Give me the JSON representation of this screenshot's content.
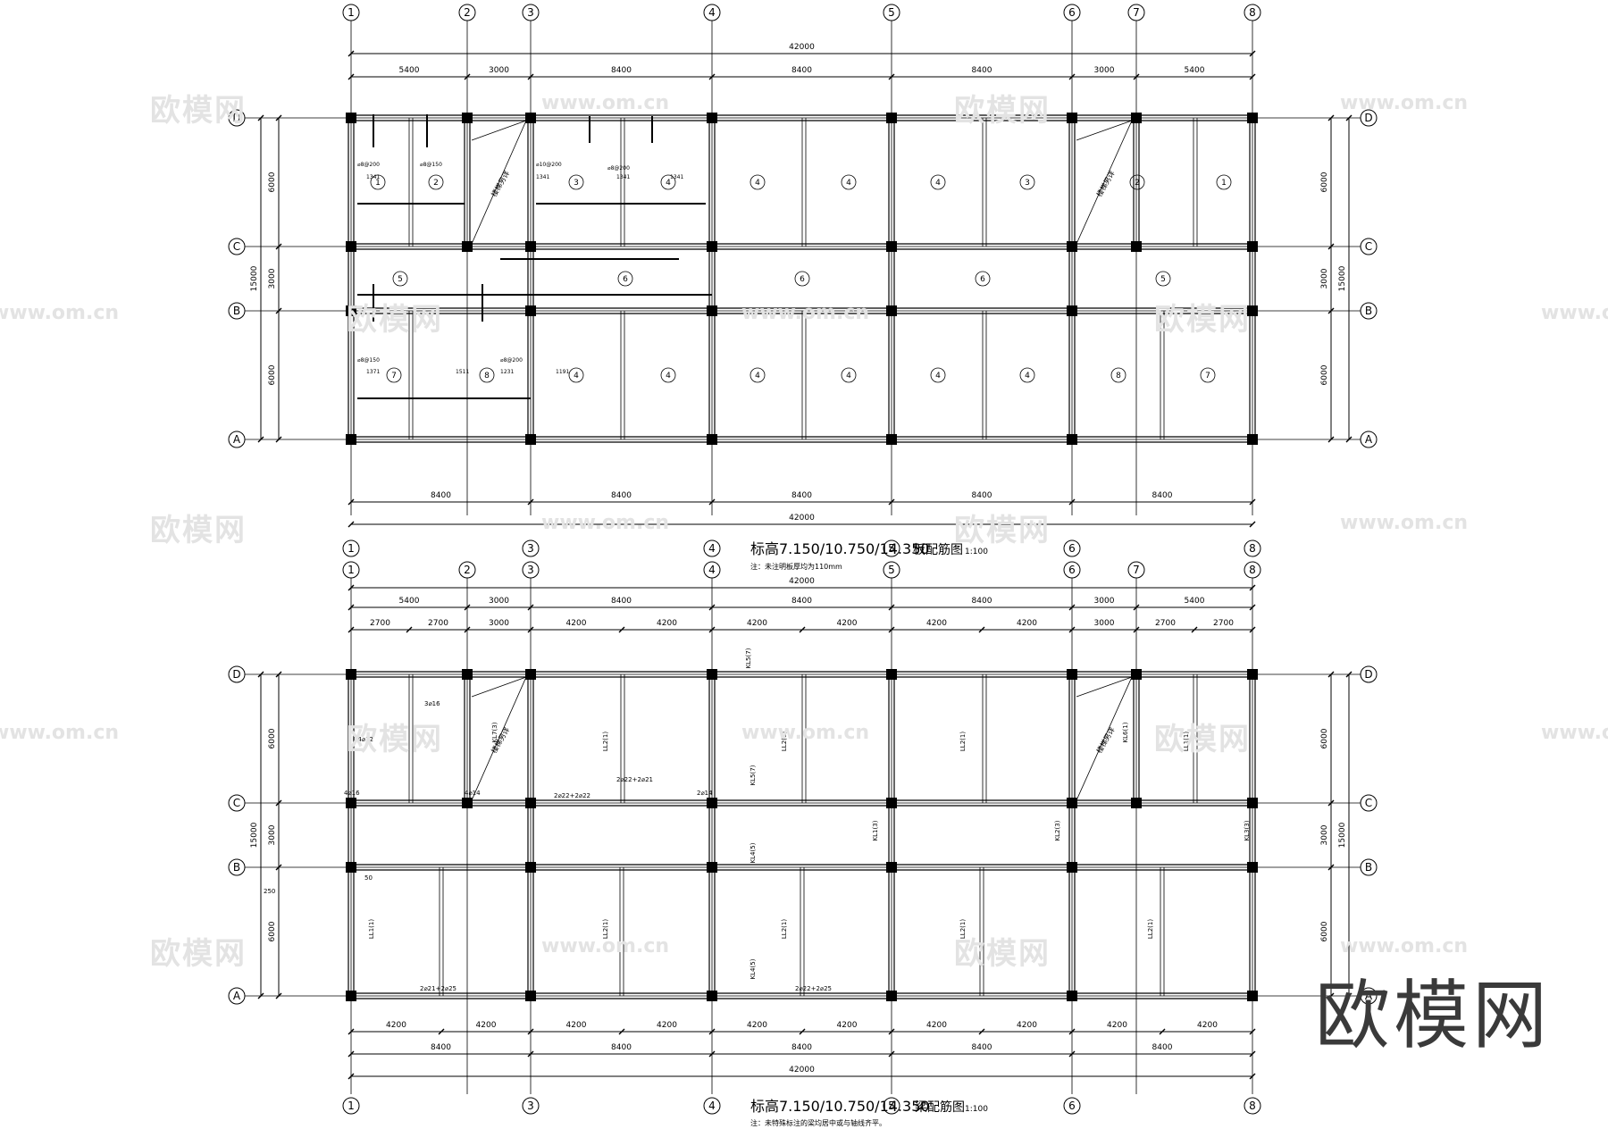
{
  "grid": {
    "columns": [
      "1",
      "2",
      "3",
      "4",
      "5",
      "6",
      "7",
      "8"
    ],
    "rows": [
      "D",
      "C",
      "B",
      "A"
    ]
  },
  "dims": {
    "total_len": "42000",
    "top_bays": [
      "5400",
      "3000",
      "8400",
      "8400",
      "8400",
      "3000",
      "5400"
    ],
    "bottom_bays": [
      "8400",
      "8400",
      "8400",
      "8400",
      "8400"
    ],
    "sub_bays": [
      "2700",
      "2700",
      "3000",
      "4200",
      "4200",
      "4200",
      "4200",
      "4200",
      "4200",
      "3000",
      "2700",
      "2700"
    ],
    "half_bays": [
      "4200",
      "4200",
      "4200",
      "4200",
      "4200",
      "4200",
      "4200",
      "4200",
      "4200",
      "4200"
    ],
    "row_spans": [
      "6000",
      "3000",
      "6000"
    ],
    "total_depth": "15000"
  },
  "plan1": {
    "title": "标高7.150/10.750/14.350",
    "subtitle": "板配筋图",
    "scale": "1:100",
    "note": "注：未注明板厚均为110mm",
    "stair_label": "楼梯另详",
    "panels_row_d": [
      "1",
      "2",
      "3",
      "4",
      "4",
      "4",
      "4",
      "3",
      "2",
      "1"
    ],
    "panels_row_c": [
      "5",
      "6",
      "6",
      "6",
      "5"
    ],
    "panels_row_b": [
      "7",
      "8",
      "4",
      "4",
      "4",
      "4",
      "4",
      "4",
      "8",
      "7"
    ],
    "rebar_marks": [
      "⌀8@200",
      "⌀8@150",
      "⌀10@200",
      "⌀8@200",
      "⌀8@150",
      "⌀8@200"
    ],
    "rebar_lengths": [
      "1341",
      "1341",
      "1341",
      "1341",
      "1371",
      "1511",
      "1231",
      "1191"
    ]
  },
  "plan2": {
    "title": "标高7.150/10.750/14.350",
    "subtitle": "梁配筋图",
    "scale": "1:100",
    "note": "注：未特殊标注的梁均居中或与轴线齐平。",
    "stair_label": "楼梯另详",
    "beam_labels": [
      "KL5(7)",
      "KL5(7)",
      "KL4(5)",
      "KL4(5)",
      "KL1(3)",
      "KL2(3)",
      "KL3(3)",
      "KL6(1)",
      "KL7(3)",
      "LL1(1)",
      "LL2(1)",
      "LL2(1)",
      "LL2(1)",
      "LL2(1)",
      "LL2(1)",
      "LL2(1)",
      "LL2(1)",
      "LL1(1)"
    ],
    "bar_notes": [
      "2⌀22+2⌀22",
      "2⌀22+2⌀21",
      "2⌀22+2⌀25",
      "2⌀21+2⌀25",
      "4⌀16",
      "4⌀14",
      "G4⌀12",
      "3⌀16",
      "2⌀14",
      "250",
      "50"
    ]
  },
  "watermarks": {
    "cn": "欧模网",
    "url": "www.om.cn",
    "brand": "欧模网"
  }
}
